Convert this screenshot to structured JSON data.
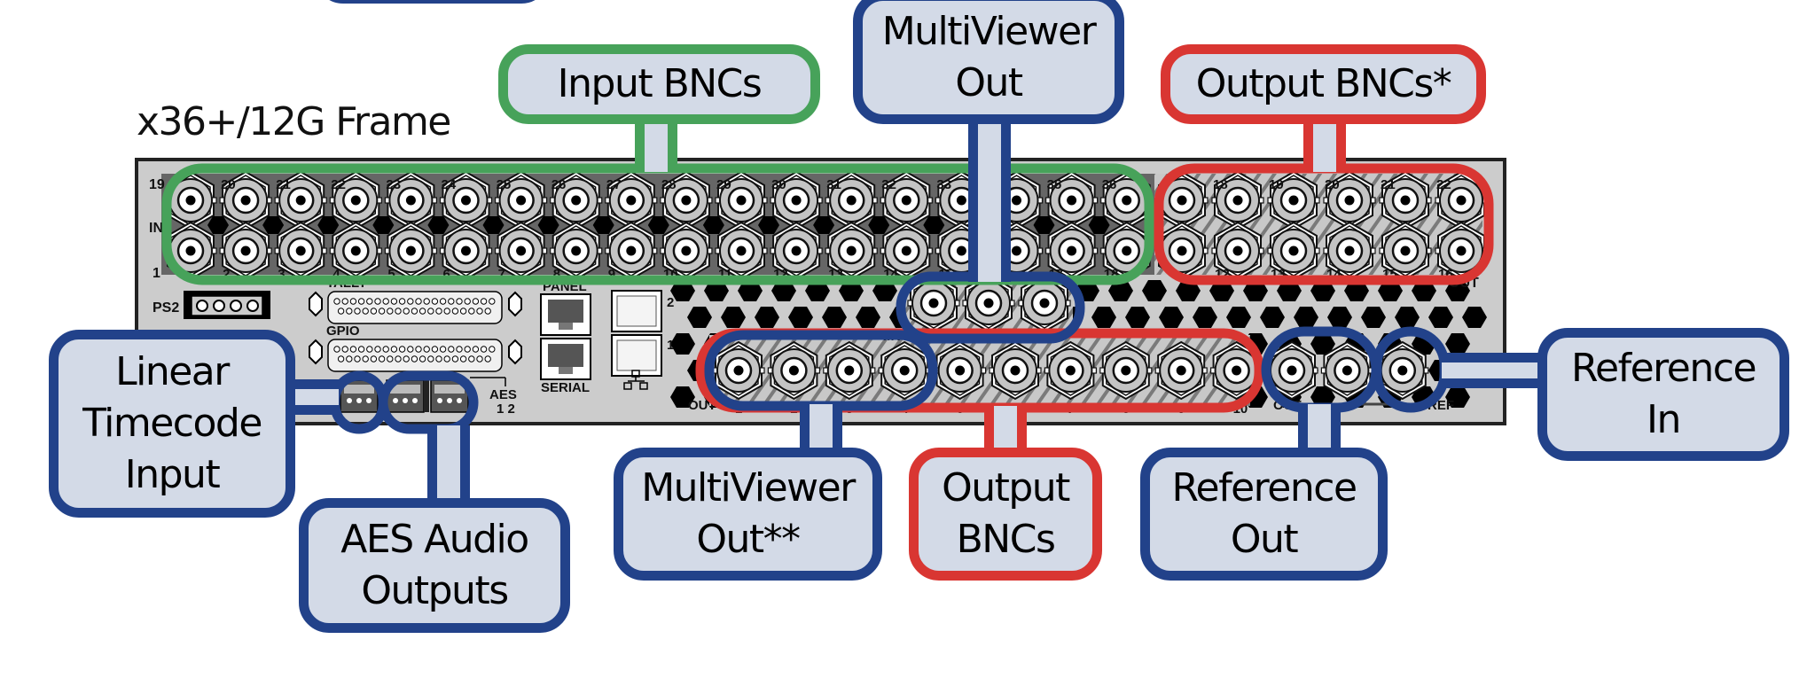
{
  "frame": {
    "title": "x36+/12G Frame",
    "panel_labels": {
      "ps2": "PS2",
      "tally": "TALLY",
      "gpio": "GPIO",
      "panel": "PANEL",
      "serial": "SERIAL",
      "eth2": "2",
      "eth1": "1",
      "in": "IN",
      "out_top": "OUT",
      "mv": "MV",
      "out_bottom": "OUT",
      "aes": "AES",
      "aes_channels": "1 2",
      "clk_out": "OUT",
      "ref": "REF"
    },
    "input_top_numbers": [
      "19",
      "20",
      "21",
      "22",
      "23",
      "24",
      "25",
      "26",
      "27",
      "28",
      "29",
      "30",
      "31",
      "32",
      "33",
      "34",
      "35",
      "36"
    ],
    "input_bottom_numbers": [
      "1",
      "2",
      "3",
      "4",
      "5",
      "6",
      "7",
      "8",
      "9",
      "10",
      "11",
      "12",
      "13",
      "14",
      "15",
      "16",
      "17",
      "18"
    ],
    "output_top_numbers": [
      "17",
      "18",
      "19",
      "20",
      "21",
      "22"
    ],
    "output_bottom_numbers": [
      "11",
      "12",
      "13",
      "14",
      "15",
      "16"
    ],
    "bottom_row_numbers": [
      "1",
      "2",
      "3",
      "4",
      "5",
      "6",
      "7",
      "8",
      "9",
      "10"
    ]
  },
  "callouts": {
    "input_bncs": "Input BNCs",
    "multiviewer_out_top": "MultiViewer\nOut",
    "output_bncs_star": "Output BNCs*",
    "linear_timecode": "Linear\nTimecode\nInput",
    "aes_audio": "AES Audio\nOutputs",
    "multiviewer_out_bottom": "MultiViewer\nOut**",
    "output_bncs": "Output\nBNCs",
    "reference_out": "Reference\nOut",
    "reference_in": "Reference\nIn"
  },
  "colors": {
    "blue": "#22428a",
    "green": "#47a25a",
    "red": "#d93632",
    "callout_fill": "#d3dae7",
    "panel_fill": "#cccccc"
  }
}
